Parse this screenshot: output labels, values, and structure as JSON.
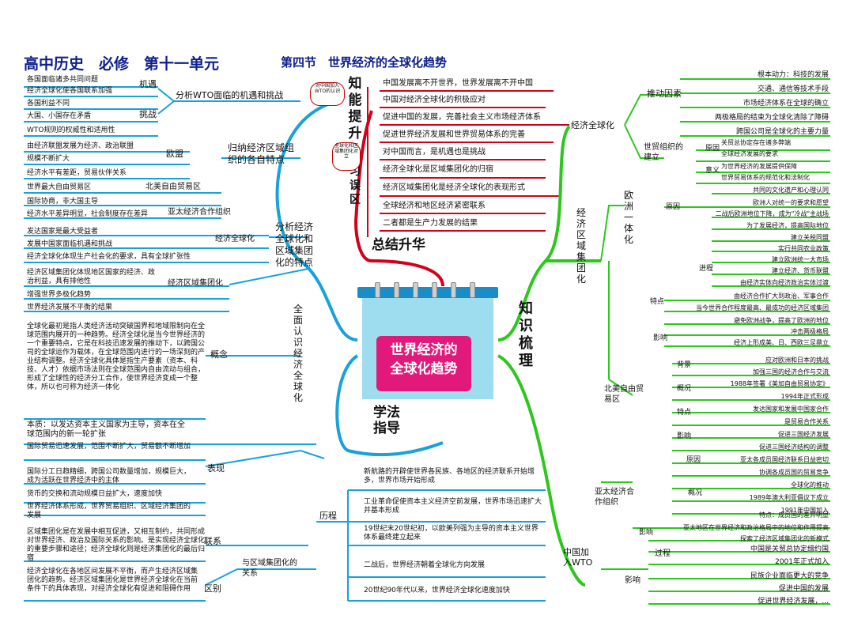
{
  "title": "高中历史　必修　第十一单元",
  "subtitle": "第四节　世界经济的全球化趋势",
  "center": {
    "line1": "世界经济的",
    "line2": "全球化趋势"
  },
  "branch_labels": {
    "zhishi_tisheng": "知能提升",
    "xuexi_wuqu": "学习误区",
    "zongjie": "总结升华",
    "xuefa": "学法指导",
    "zhishi_shuli": "知识梳理",
    "quanmian": "全面认识经济全球化",
    "note1": "对中国加入WTO的认识",
    "note2": "全球化和区域集团化对立"
  },
  "red_items": [
    "中国发展离不开世界，世界发展离不开中国",
    "中国对经济全球化的积极应对",
    "促进中国的发展，完善社会主义市场经济体系",
    "促进世界经济发展和世界贸易体系的完善",
    "对中国而言，是机遇也是挑战",
    "经济全球化是区域集团化的归宿",
    "经济区域集团化是经济全球化的表现形式",
    "全球经济和地区经济紧密联系",
    "二者都是生产力发展的结果"
  ],
  "wto": {
    "heading": "分析WTO面临的机遇和挑战",
    "opp_label": "机遇",
    "opp": [
      "各国面临诸多共同问题",
      "经济全球化使各国联系加强"
    ],
    "chal_label": "挑战",
    "chal": [
      "各国利益不同",
      "大国、小国存在矛盾",
      "WTO规则的权威性和适用性"
    ]
  },
  "regional": {
    "heading": "归纳经济区域组织的各自特点",
    "eu_label": "欧盟",
    "eu": [
      "由经济联盟发展为经济、政治联盟",
      "规模不断扩大"
    ],
    "na_label": "北美自由贸易区",
    "na": [
      "经济水平有差距，贸易伙伴关系",
      "世界最大自由贸易区"
    ],
    "ap_label": "亚太经济合作组织",
    "ap": [
      "国际协商，非大国主导",
      "经济水平差异明显，社会制度存在差异"
    ]
  },
  "analysis": {
    "heading": "分析经济全球化和区域集团化的特点",
    "glob_label": "经济全球化",
    "glob": [
      "发达国家是最大受益者",
      "发展中国家面临机遇和挑战",
      "经济全球化体现生产社会化的要求，具有全球扩张性"
    ],
    "reg_label": "经济区域集团化",
    "reg": [
      "经济区域集团化体现地区国家的经济、政治利益，具有排他性",
      "增强世界多极化趋势",
      "世界经济发展不平衡的结果"
    ]
  },
  "concept": {
    "label": "概念",
    "text": "全球化最初是指人类经济活动突破国界和地域限制向在全球范围内展开的一种趋势。经济全球化是当今世界经济的一个重要特点，它是在科技迅速发展的推动下，以跨国公司的全球运作为载体，在全球范围内进行的一场深刻的产业结构调整。经济全球化具体是指生产要素（资本、科技、人才）依据市场法则在全球范围内自由流动与组合，形成了全球性的经济分工合作，使世界经济变成一个整体，所以也可称为经济一体化",
    "essence": "本质：以发达资本主义国家为主导，资本在全球范围内的新一轮扩张"
  },
  "manifest": {
    "label": "表现",
    "items": [
      "国际贸易迅速发展，范围不断扩大，贸易额不断增加",
      "国际分工日趋精细，跨国公司数量增加，规模巨大，成为活跃在世界经济中的主体",
      "货币的交换和流动规模日益扩大，速度加快",
      "世界经济体系形成，世界贸易组织、区域经济集团的发展"
    ]
  },
  "relation": {
    "label": "与区域集团化的关系",
    "lianxi": "联系",
    "lianxi_text": "区域集团化是在发展中相互促进，又相互制约，共同形成对世界经济、政治及国际关系的影响。是实现经济全球化的重要步骤和途径；经济全球化则是经济集团化的最后归宿",
    "qubie": "区别",
    "qubie_text": "经济全球化在各地区间发展不平衡，而产生经济区域集团化的趋势。经济区域集团化是世界经济全球化在当前条件下的具体表现，对经济全球化有促进和阻碍作用"
  },
  "history": {
    "label": "历程",
    "items": [
      "新航路的开辟使世界各民族、各地区的经济联系开始增多，世界市场开始形成",
      "工业革命促使资本主义经济空前发展，世界市场迅速扩大并基本形成",
      "19世纪末20世纪初，以欧美列强为主导的资本主义世界体系最终建立起来",
      "二战后，世界经济朝着全球化方向发展",
      "20世纪90年代以来，世界经济全球化速度加快"
    ]
  },
  "econ_glob": {
    "label": "经济全球化",
    "drivers_label": "推动因素",
    "drivers": [
      "根本动力：科技的发展",
      "交通、通信等技术手段",
      "市场经济体系在全球的确立",
      "两极格局的结束为全球化清除了障碍",
      "跨国公司是全球化的主要力量"
    ],
    "wto_label": "世贸组织的建立",
    "reason_label": "原因",
    "reason": [
      "关贸总协定存在诸多弊端",
      "全球经济发展的要求"
    ],
    "meaning_label": "意义",
    "meaning": [
      "为世界经济的发展提供保障",
      "世界贸易体系的规范化和法制化"
    ]
  },
  "econ_region": {
    "label": "经济区域集团化",
    "eu_label": "欧洲一体化",
    "eu_reason_label": "原因",
    "eu_reason": [
      "共同的文化遗产和心理认同",
      "欧洲人对统一的要求和愿望",
      "二战后欧洲地位下降，成为\"冷战\"主战场",
      "为了发展经济，提高国际地位"
    ],
    "eu_process_label": "进程",
    "eu_process": [
      "建立关税同盟",
      "实行共同农业政策",
      "建立欧洲统一大市场",
      "建立经济、货币联盟",
      "由经济实体向经济政治实体过渡"
    ],
    "eu_feature_label": "特点",
    "eu_feature": [
      "由经济合作扩大到政治、军事合作",
      "当今世界合作程度最高、最成功的经济区域集团"
    ],
    "eu_impact_label": "影响",
    "eu_impact": [
      "避免欧洲战争，提高了欧洲的地位",
      "冲击两极格局",
      "经济上形成美、日、西欧三足鼎立"
    ],
    "na_label": "北美自由贸易区",
    "na_bg_label": "背景",
    "na_bg": [
      "应对欧洲和日本的挑战",
      "加强三国的经济合作与交流"
    ],
    "na_over_label": "概况",
    "na_over": [
      "1988年签署《美加自由贸易协定》",
      "1994年正式形成"
    ],
    "na_feat_label": "特点",
    "na_feat": [
      "发达国家和发展中国家合作",
      "是贸易合作关系"
    ],
    "na_imp_label": "影响",
    "na_imp": [
      "促进三国经济发展",
      "促进三国经济结构的调整"
    ],
    "ap_label": "亚太经济合作组织",
    "ap_reason_label": "原因",
    "ap_reason": [
      "亚太各成员国经济联系日益密切",
      "协调各成员国的贸易竞争",
      "全球化的推动"
    ],
    "ap_over_label": "概况",
    "ap_over": [
      "1989年澳大利亚倡议下成立",
      "1991年中国加入"
    ],
    "ap_feature": "特点：成员国的差异明显",
    "ap_imp_label": "影响",
    "ap_imp": [
      "亚太地区在世界经济和政治格局中的地位和作用提高",
      "探索了经济区域集团化的新模式"
    ]
  },
  "china_wto": {
    "label": "中国加入WTO",
    "proc_label": "过程",
    "proc": [
      "中国是关贸总协定缔约国",
      "2001年正式加入"
    ],
    "imp_label": "影响",
    "imp": [
      "民族企业面临更大的竞争",
      "促进中国的发展",
      "促进世界经济发展，..."
    ]
  },
  "colors": {
    "red": "#d0021b",
    "blue": "#17a2d8",
    "green": "#2cc71d",
    "title": "#0d1f8c",
    "pink": "#e1197a"
  }
}
